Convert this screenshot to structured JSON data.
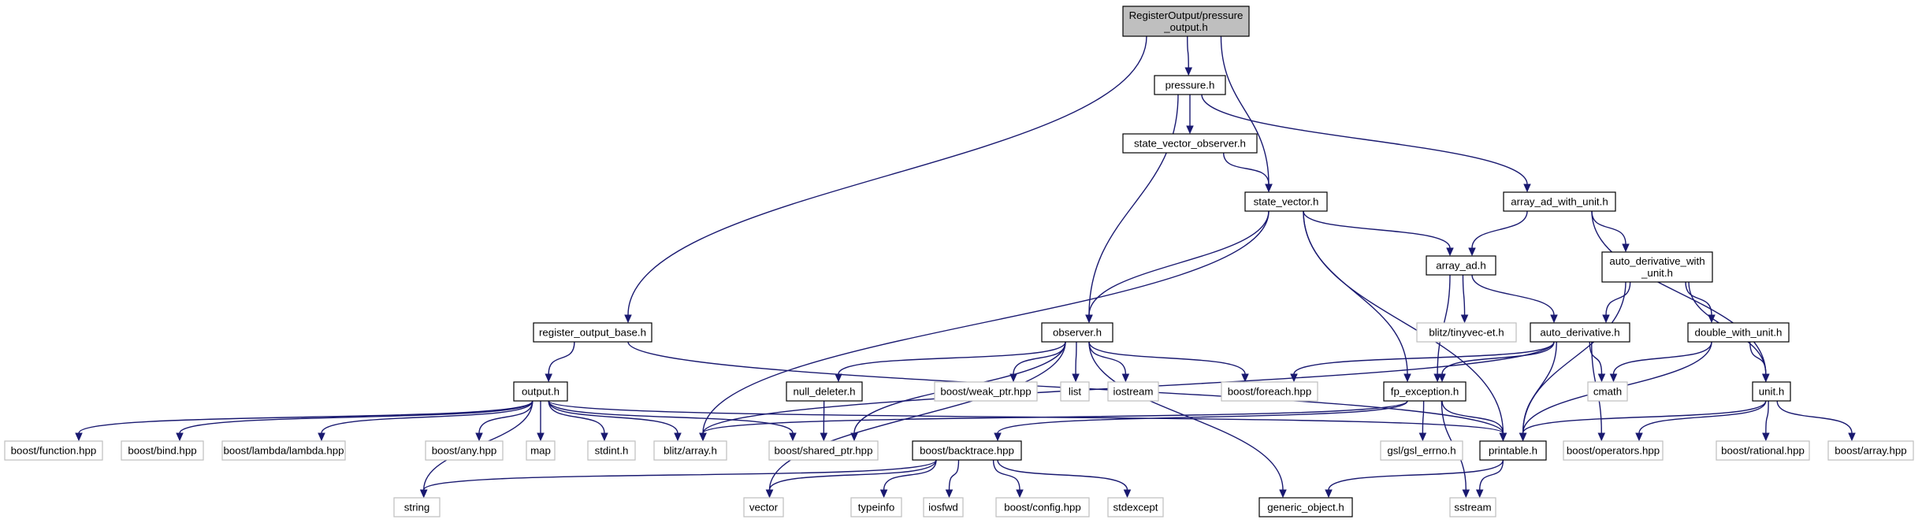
{
  "colors": {
    "edge": "#191970",
    "root_fill": "#bfbfbf",
    "local_border": "#000000",
    "system_border": "#bfbfbf",
    "background": "#ffffff"
  },
  "nodes": {
    "root": {
      "label": [
        "RegisterOutput/pressure",
        "_output.h"
      ],
      "kind": "root"
    },
    "pressure": {
      "label": [
        "pressure.h"
      ],
      "kind": "local"
    },
    "svobs": {
      "label": [
        "state_vector_observer.h"
      ],
      "kind": "local"
    },
    "sv": {
      "label": [
        "state_vector.h"
      ],
      "kind": "local"
    },
    "aawu": {
      "label": [
        "array_ad_with_unit.h"
      ],
      "kind": "local"
    },
    "aad": {
      "label": [
        "array_ad.h"
      ],
      "kind": "local"
    },
    "adwu": {
      "label": [
        "auto_derivative_with",
        "_unit.h"
      ],
      "kind": "local"
    },
    "rob": {
      "label": [
        "register_output_base.h"
      ],
      "kind": "local"
    },
    "observer": {
      "label": [
        "observer.h"
      ],
      "kind": "local"
    },
    "tinyvec": {
      "label": [
        "blitz/tinyvec-et.h"
      ],
      "kind": "system"
    },
    "ad": {
      "label": [
        "auto_derivative.h"
      ],
      "kind": "local"
    },
    "dwu": {
      "label": [
        "double_with_unit.h"
      ],
      "kind": "local"
    },
    "output": {
      "label": [
        "output.h"
      ],
      "kind": "local"
    },
    "nulldel": {
      "label": [
        "null_deleter.h"
      ],
      "kind": "local"
    },
    "weak": {
      "label": [
        "boost/weak_ptr.hpp"
      ],
      "kind": "system"
    },
    "list": {
      "label": [
        "list"
      ],
      "kind": "system"
    },
    "iostream": {
      "label": [
        "iostream"
      ],
      "kind": "system"
    },
    "foreach": {
      "label": [
        "boost/foreach.hpp"
      ],
      "kind": "system"
    },
    "fpexc": {
      "label": [
        "fp_exception.h"
      ],
      "kind": "local"
    },
    "cmath": {
      "label": [
        "cmath"
      ],
      "kind": "system"
    },
    "unit": {
      "label": [
        "unit.h"
      ],
      "kind": "local"
    },
    "function": {
      "label": [
        "boost/function.hpp"
      ],
      "kind": "system"
    },
    "bind": {
      "label": [
        "boost/bind.hpp"
      ],
      "kind": "system"
    },
    "lambda": {
      "label": [
        "boost/lambda/lambda.hpp"
      ],
      "kind": "system"
    },
    "any": {
      "label": [
        "boost/any.hpp"
      ],
      "kind": "system"
    },
    "map": {
      "label": [
        "map"
      ],
      "kind": "system"
    },
    "stdint": {
      "label": [
        "stdint.h"
      ],
      "kind": "system"
    },
    "blitzarr": {
      "label": [
        "blitz/array.h"
      ],
      "kind": "system"
    },
    "shptr": {
      "label": [
        "boost/shared_ptr.hpp"
      ],
      "kind": "system"
    },
    "backtrace": {
      "label": [
        "boost/backtrace.hpp"
      ],
      "kind": "local"
    },
    "gslerrno": {
      "label": [
        "gsl/gsl_errno.h"
      ],
      "kind": "system"
    },
    "printable": {
      "label": [
        "printable.h"
      ],
      "kind": "local"
    },
    "operators": {
      "label": [
        "boost/operators.hpp"
      ],
      "kind": "system"
    },
    "rational": {
      "label": [
        "boost/rational.hpp"
      ],
      "kind": "system"
    },
    "barray": {
      "label": [
        "boost/array.hpp"
      ],
      "kind": "system"
    },
    "string": {
      "label": [
        "string"
      ],
      "kind": "system"
    },
    "vector": {
      "label": [
        "vector"
      ],
      "kind": "system"
    },
    "typeinfo": {
      "label": [
        "typeinfo"
      ],
      "kind": "system"
    },
    "iosfwd": {
      "label": [
        "iosfwd"
      ],
      "kind": "system"
    },
    "config": {
      "label": [
        "boost/config.hpp"
      ],
      "kind": "system"
    },
    "stdexcept": {
      "label": [
        "stdexcept"
      ],
      "kind": "system"
    },
    "generic": {
      "label": [
        "generic_object.h"
      ],
      "kind": "local"
    },
    "sstream": {
      "label": [
        "sstream"
      ],
      "kind": "system"
    }
  },
  "edges": [
    [
      "root",
      "pressure"
    ],
    [
      "root",
      "sv"
    ],
    [
      "root",
      "rob"
    ],
    [
      "pressure",
      "svobs"
    ],
    [
      "pressure",
      "aawu"
    ],
    [
      "pressure",
      "observer"
    ],
    [
      "svobs",
      "sv"
    ],
    [
      "sv",
      "aad"
    ],
    [
      "sv",
      "observer"
    ],
    [
      "sv",
      "fpexc"
    ],
    [
      "sv",
      "printable"
    ],
    [
      "sv",
      "blitzarr"
    ],
    [
      "aawu",
      "aad"
    ],
    [
      "aawu",
      "adwu"
    ],
    [
      "aawu",
      "unit"
    ],
    [
      "aad",
      "tinyvec"
    ],
    [
      "aad",
      "ad"
    ],
    [
      "aad",
      "fpexc"
    ],
    [
      "adwu",
      "ad"
    ],
    [
      "adwu",
      "dwu"
    ],
    [
      "adwu",
      "unit"
    ],
    [
      "adwu",
      "printable"
    ],
    [
      "rob",
      "output"
    ],
    [
      "rob",
      "printable"
    ],
    [
      "observer",
      "nulldel"
    ],
    [
      "observer",
      "weak"
    ],
    [
      "observer",
      "list"
    ],
    [
      "observer",
      "iostream"
    ],
    [
      "observer",
      "foreach"
    ],
    [
      "observer",
      "shptr"
    ],
    [
      "observer",
      "vector"
    ],
    [
      "observer",
      "generic"
    ],
    [
      "ad",
      "foreach"
    ],
    [
      "ad",
      "fpexc"
    ],
    [
      "ad",
      "cmath"
    ],
    [
      "ad",
      "printable"
    ],
    [
      "ad",
      "operators"
    ],
    [
      "ad",
      "blitzarr"
    ],
    [
      "dwu",
      "cmath"
    ],
    [
      "dwu",
      "unit"
    ],
    [
      "dwu",
      "printable"
    ],
    [
      "output",
      "function"
    ],
    [
      "output",
      "bind"
    ],
    [
      "output",
      "lambda"
    ],
    [
      "output",
      "any"
    ],
    [
      "output",
      "map"
    ],
    [
      "output",
      "stdint"
    ],
    [
      "output",
      "blitzarr"
    ],
    [
      "output",
      "shptr"
    ],
    [
      "output",
      "string"
    ],
    [
      "output",
      "printable"
    ],
    [
      "nulldel",
      "shptr"
    ],
    [
      "fpexc",
      "backtrace"
    ],
    [
      "fpexc",
      "gslerrno"
    ],
    [
      "fpexc",
      "printable"
    ],
    [
      "fpexc",
      "sstream"
    ],
    [
      "fpexc",
      "blitzarr"
    ],
    [
      "unit",
      "printable"
    ],
    [
      "unit",
      "operators"
    ],
    [
      "unit",
      "rational"
    ],
    [
      "unit",
      "barray"
    ],
    [
      "backtrace",
      "string"
    ],
    [
      "backtrace",
      "vector"
    ],
    [
      "backtrace",
      "typeinfo"
    ],
    [
      "backtrace",
      "iosfwd"
    ],
    [
      "backtrace",
      "config"
    ],
    [
      "backtrace",
      "stdexcept"
    ],
    [
      "printable",
      "generic"
    ],
    [
      "printable",
      "sstream"
    ]
  ]
}
